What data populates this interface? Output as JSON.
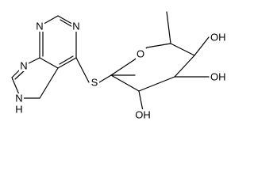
{
  "structure": {
    "atoms": {
      "n1": "N",
      "n3": "N",
      "n7": "N",
      "n9": "N",
      "n9_h": "H",
      "s": "S",
      "o_ring": "O",
      "oh2": "OH",
      "oh3": "OH",
      "oh4": "OH"
    },
    "colors": {
      "bond": "#000000",
      "label": "#000000",
      "background": "#ffffff"
    }
  }
}
